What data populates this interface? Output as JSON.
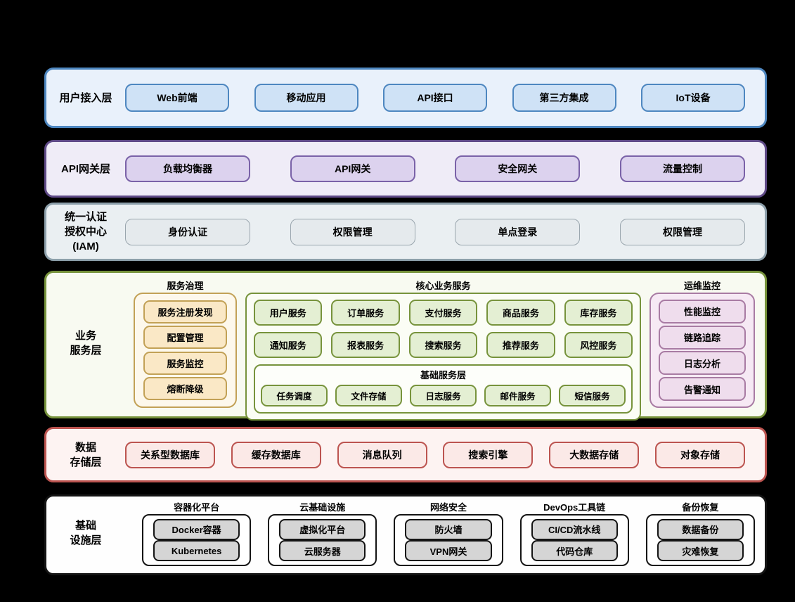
{
  "colors": {
    "background": "#000000",
    "user_access_border": "#4e87c0",
    "user_access_bg": "#e9f1fb",
    "user_access_pill": "#cfe2f6",
    "api_gateway_border": "#5f4a87",
    "api_gateway_bg": "#efecf7",
    "api_gateway_pill": "#dcd2ee",
    "iam_border": "#8da0ab",
    "iam_bg": "#eaeff2",
    "iam_pill": "#e5eaed",
    "business_border": "#77933c",
    "business_bg": "#f8faf1",
    "governance_border": "#c2a156",
    "governance_btn": "#fae8c6",
    "core_btn": "#e4efd3",
    "ops_border": "#a87ba3",
    "ops_btn": "#efdded",
    "data_border": "#bc5450",
    "data_bg": "#fdf3f2",
    "data_pill": "#fbe9e7",
    "infra_border": "#141414",
    "infra_btn": "#d5d5d5"
  },
  "layers": {
    "user_access": {
      "label": "用户接入层",
      "items": [
        "Web前端",
        "移动应用",
        "API接口",
        "第三方集成",
        "IoT设备"
      ]
    },
    "api_gateway": {
      "label": "API网关层",
      "items": [
        "负载均衡器",
        "API网关",
        "安全网关",
        "流量控制"
      ]
    },
    "iam": {
      "label_lines": [
        "统一认证",
        "授权中心",
        "(IAM)"
      ],
      "items": [
        "身份认证",
        "权限管理",
        "单点登录",
        "权限管理"
      ]
    },
    "business": {
      "label_lines": [
        "业务",
        "服务层"
      ],
      "governance": {
        "title": "服务治理",
        "items": [
          "服务注册发现",
          "配置管理",
          "服务监控",
          "熔断降级"
        ]
      },
      "core": {
        "title": "核心业务服务",
        "row1": [
          "用户服务",
          "订单服务",
          "支付服务",
          "商品服务",
          "库存服务"
        ],
        "row2": [
          "通知服务",
          "报表服务",
          "搜索服务",
          "推荐服务",
          "风控服务"
        ]
      },
      "base_services": {
        "title": "基础服务层",
        "items": [
          "任务调度",
          "文件存储",
          "日志服务",
          "邮件服务",
          "短信服务"
        ]
      },
      "ops": {
        "title": "运维监控",
        "items": [
          "性能监控",
          "链路追踪",
          "日志分析",
          "告警通知"
        ]
      }
    },
    "data_storage": {
      "label_lines": [
        "数据",
        "存储层"
      ],
      "items": [
        "关系型数据库",
        "缓存数据库",
        "消息队列",
        "搜索引擎",
        "大数据存储",
        "对象存储"
      ]
    },
    "infrastructure": {
      "label_lines": [
        "基础",
        "设施层"
      ],
      "sections": [
        {
          "title": "容器化平台",
          "items": [
            "Docker容器",
            "Kubernetes"
          ]
        },
        {
          "title": "云基础设施",
          "items": [
            "虚拟化平台",
            "云服务器"
          ]
        },
        {
          "title": "网络安全",
          "items": [
            "防火墙",
            "VPN网关"
          ]
        },
        {
          "title": "DevOps工具链",
          "items": [
            "CI/CD流水线",
            "代码仓库"
          ]
        },
        {
          "title": "备份恢复",
          "items": [
            "数据备份",
            "灾难恢复"
          ]
        }
      ]
    }
  }
}
